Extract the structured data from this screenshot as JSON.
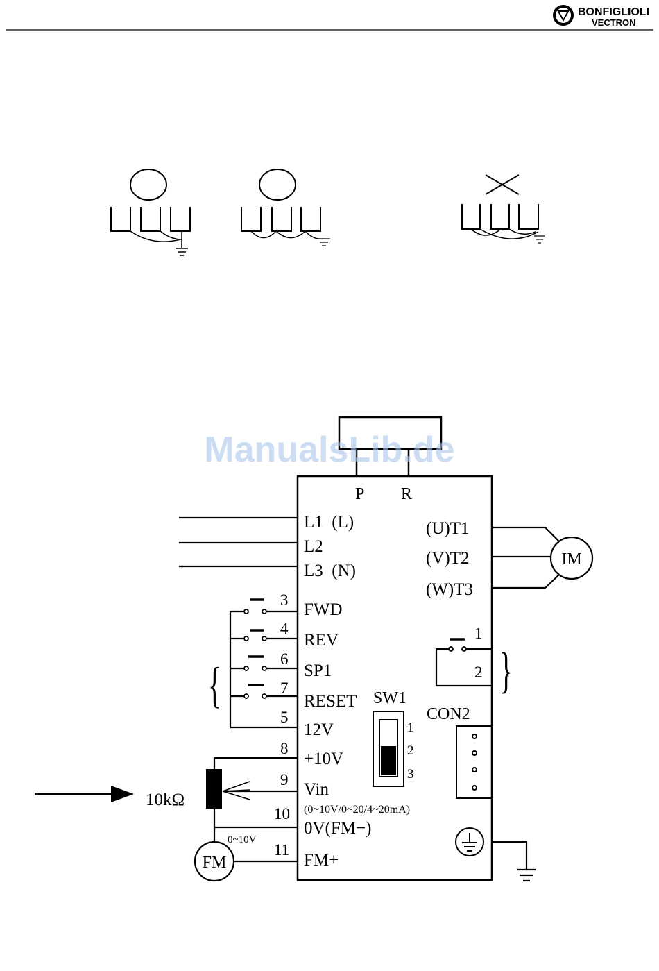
{
  "header": {
    "brand_line1": "BONFIGLIOLI",
    "brand_line2": "VECTRON"
  },
  "grounding": {
    "options": [
      {
        "mark": "correct"
      },
      {
        "mark": "correct"
      },
      {
        "mark": "wrong"
      }
    ]
  },
  "watermark": "ManualsLib.de",
  "wiring": {
    "brake_terminals": {
      "p": "P",
      "r": "R"
    },
    "mains": {
      "l1": "L1  (L)",
      "l2": "L2",
      "l3": "L3  (N)"
    },
    "outputs": {
      "t1": "(U)T1",
      "t2": "(V)T2",
      "t3": "(W)T3"
    },
    "motor": "IM",
    "inputs": [
      {
        "num": "3",
        "label": "FWD"
      },
      {
        "num": "4",
        "label": "REV"
      },
      {
        "num": "6",
        "label": "SP1"
      },
      {
        "num": "7",
        "label": "RESET"
      },
      {
        "num": "5",
        "label": "12V"
      },
      {
        "num": "8",
        "label": "+10V"
      },
      {
        "num": "9",
        "label": "Vin"
      },
      {
        "num": "10",
        "label": "0V(FM−)"
      },
      {
        "num": "11",
        "label": "FM+"
      }
    ],
    "vin_range": "(0~10V/0~20/4~20mA)",
    "sw1": {
      "label": "SW1",
      "positions": [
        "1",
        "2",
        "3"
      ]
    },
    "relay": {
      "num1": "1",
      "num2": "2"
    },
    "con2": "CON2",
    "potentiometer": "10kΩ",
    "meter": "FM",
    "meter_range": "0~10V"
  }
}
